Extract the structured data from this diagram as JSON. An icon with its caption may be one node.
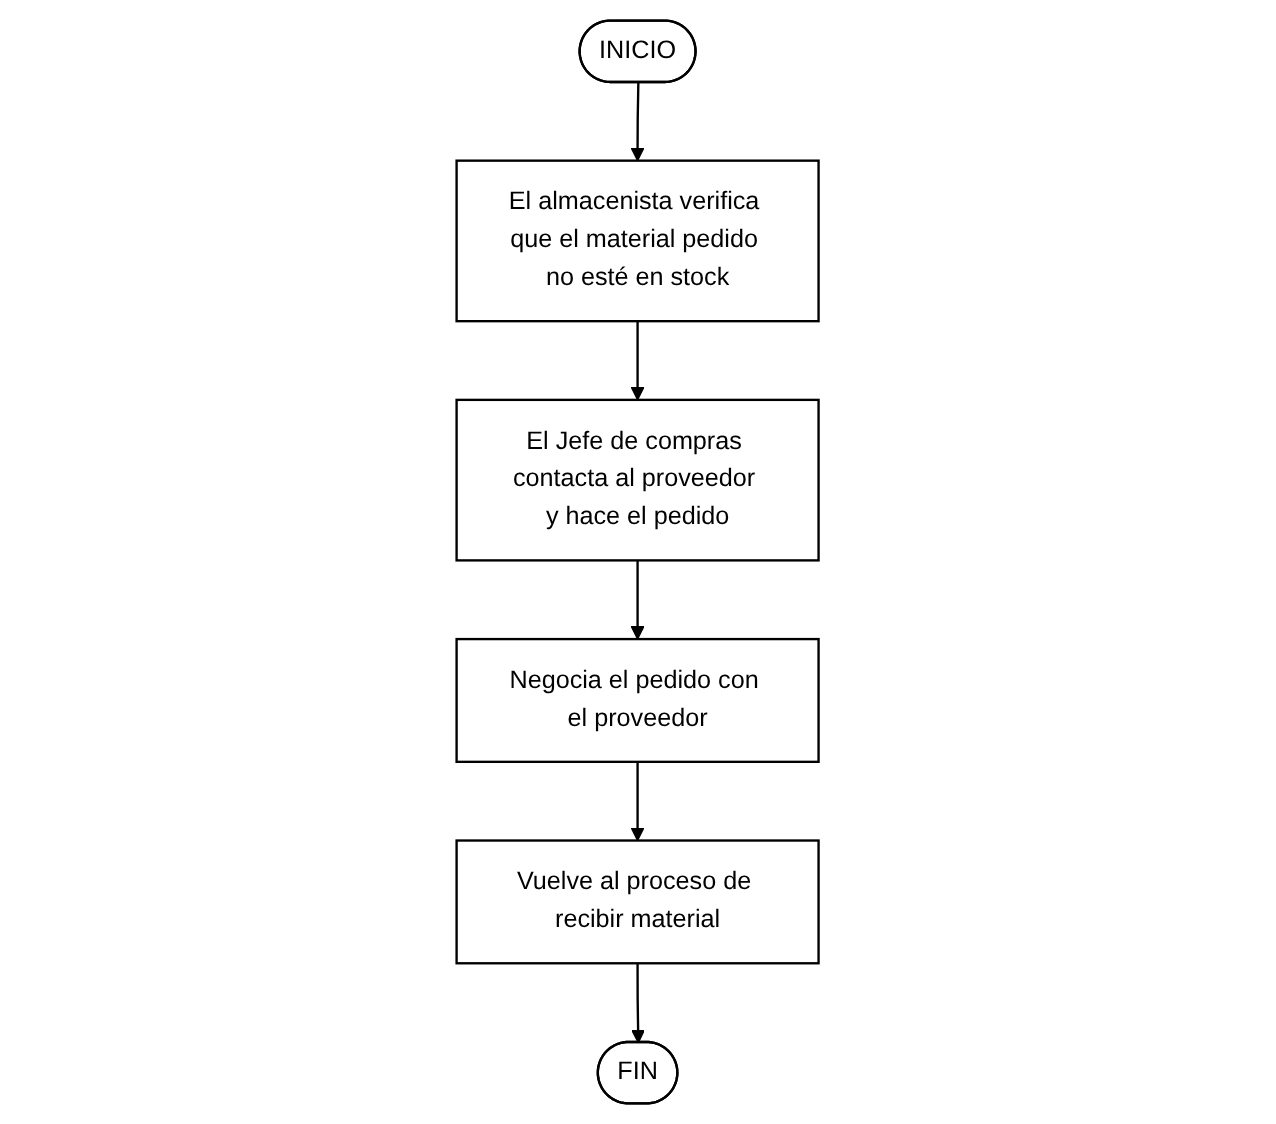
{
  "diagram": {
    "nodes": [
      {
        "text": [
          "INICIO"
        ]
      },
      {
        "text": [
          "El almacenista verifica que el material pedido no esté en stock"
        ]
      },
      {
        "text": [
          "El Jefe de compras contacta al proveedor y hace el pedido"
        ]
      },
      {
        "text": [
          "Negocia el pedido con el proveedor"
        ]
      },
      {
        "text": [
          "Vuelve al proceso de recibir material"
        ]
      },
      {
        "text": [
          "FIN"
        ]
      }
    ],
    "edges": [
      {
        "from": 0,
        "to": 1,
        "arrow": "to"
      },
      {
        "from": 1,
        "to": 2,
        "arrow": "to"
      },
      {
        "from": 2,
        "to": 3,
        "arrow": "to"
      },
      {
        "from": 3,
        "to": 4,
        "arrow": "to"
      },
      {
        "from": 4,
        "to": 5,
        "arrow": "to"
      }
    ]
  }
}
